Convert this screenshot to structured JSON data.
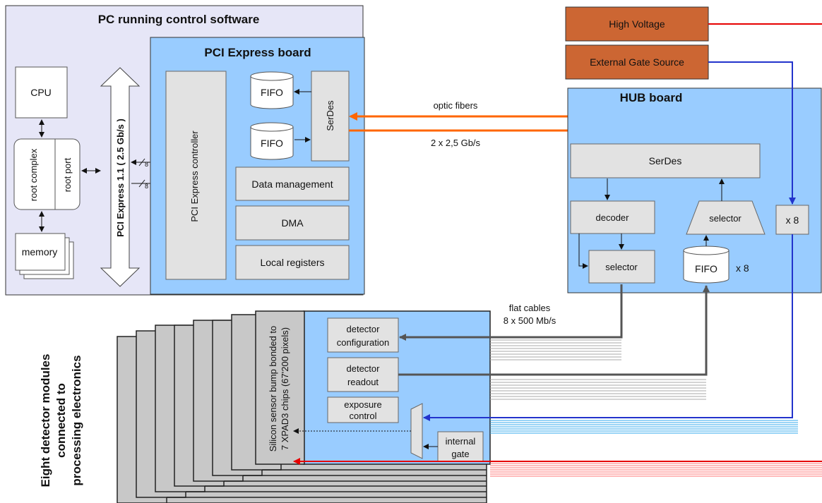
{
  "pc": {
    "title": "PC running control software",
    "cpu": "CPU",
    "root_complex": "root complex",
    "root_port": "root port",
    "memory": "memory"
  },
  "bus": {
    "label": "PCI Express 1.1 ( 2.5 Gb/s )",
    "width_a": "8",
    "width_b": "8"
  },
  "pcie": {
    "title": "PCI Express board",
    "controller": "PCI Express controller",
    "fifo_1": "FIFO",
    "fifo_2": "FIFO",
    "serdes": "SerDes",
    "data_management": "Data management",
    "dma": "DMA",
    "local_registers": "Local registers"
  },
  "links": {
    "optic_fibers": "optic fibers",
    "optic_rate": "2 x 2,5 Gb/s",
    "flat_cables": "flat cables",
    "flat_rate": "8 x 500 Mb/s"
  },
  "external": {
    "high_voltage": "High Voltage",
    "gate_source": "External Gate Source"
  },
  "hub": {
    "title": "HUB board",
    "serdes": "SerDes",
    "decoder": "decoder",
    "selector_out": "selector",
    "selector_in": "selector",
    "fifo": "FIFO",
    "fifo_mult": "x 8",
    "gate_mult": "x 8"
  },
  "module": {
    "sensor_line1": "Silicon sensor bump bonded to",
    "sensor_line2": "7 XPAD3 chips (67'200 pixels)",
    "det_config_1": "detector",
    "det_config_2": "configuration",
    "det_readout_1": "detector",
    "det_readout_2": "readout",
    "exposure_1": "exposure",
    "exposure_2": "control",
    "internal_gate_1": "internal",
    "internal_gate_2": "gate"
  },
  "side_label": {
    "line1": "Eight detector modules",
    "line2": "connected to",
    "line3": "processing electronics"
  },
  "colors": {
    "pc_bg": "#e6e6f7",
    "board_blue": "#99ccff",
    "box_gray": "#e2e2e2",
    "orange_box": "#cc6633",
    "orange_line": "#ff6600",
    "red_line": "#e60000",
    "blue_line": "#2233cc",
    "dark_gray": "#555555",
    "module_gray": "#c8c8c8"
  }
}
